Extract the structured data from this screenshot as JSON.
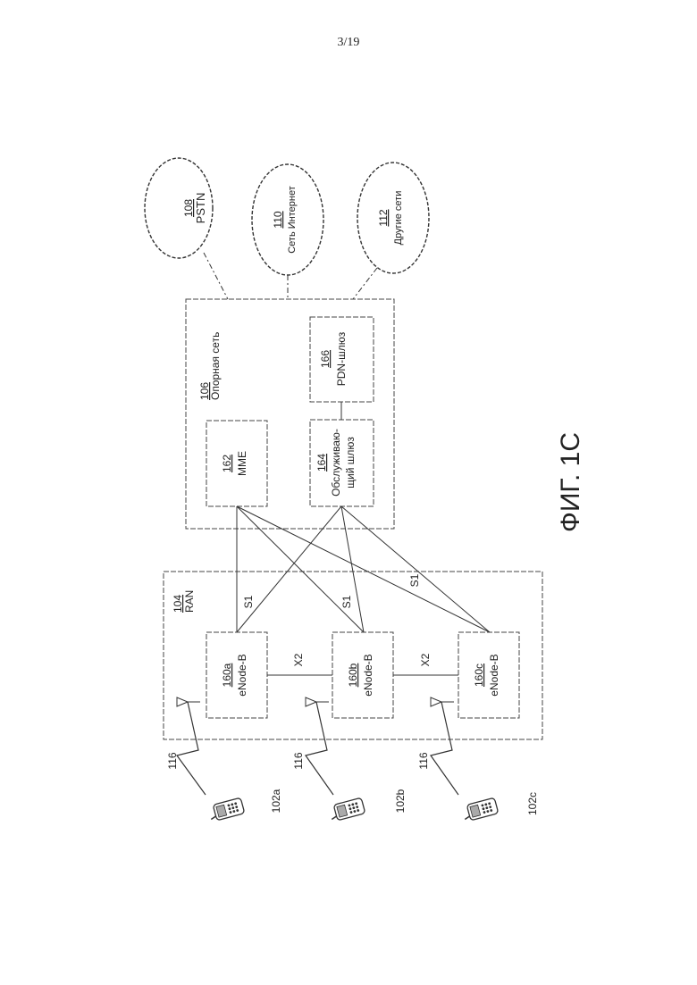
{
  "page_number": "3/19",
  "figure_label": "ФИГ. 1C",
  "clouds": [
    {
      "num": "108",
      "name": "PSTN"
    },
    {
      "num": "110",
      "name": "Сеть Интернет"
    },
    {
      "num": "112",
      "name": "Другие сети"
    }
  ],
  "core": {
    "num": "106",
    "name": "Опорная сеть",
    "mme": {
      "num": "162",
      "name": "MME"
    },
    "pdn": {
      "num": "166",
      "name": "PDN-шлюз"
    },
    "sgw": {
      "num": "164",
      "name_line1": "Обслуживаю-",
      "name_line2": "щий шлюз"
    }
  },
  "ran": {
    "num": "104",
    "name": "RAN"
  },
  "enodebs": [
    {
      "num": "160a",
      "name": "eNode-B"
    },
    {
      "num": "160b",
      "name": "eNode-B"
    },
    {
      "num": "160c",
      "name": "eNode-B"
    }
  ],
  "interfaces": {
    "x2": "X2",
    "s1": "S1"
  },
  "air_link": "116",
  "wtrus": [
    "102a",
    "102b",
    "102c"
  ],
  "colors": {
    "line": "#333333",
    "box": "#444444",
    "text": "#222222"
  }
}
